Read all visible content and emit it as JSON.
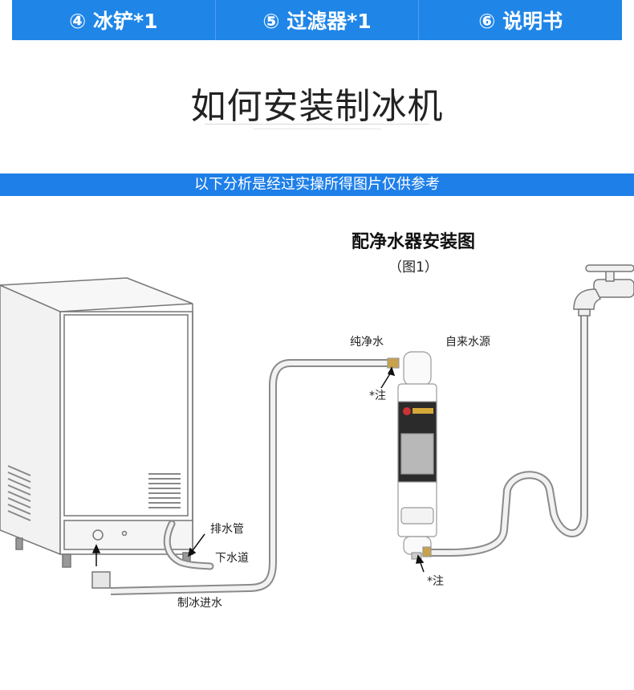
{
  "top_items": [
    {
      "label": "④ 冰铲*1"
    },
    {
      "label": "⑤ 过滤器*1"
    },
    {
      "label": "⑥ 说明书"
    }
  ],
  "heading": "如何安装制冰机",
  "banner": "以下分析是经过实操所得图片仅供参考",
  "diagram": {
    "title": "配净水器安装图",
    "subtitle": "（图1）",
    "labels": {
      "pure_water": "纯净水",
      "tap_source": "自来水源",
      "note_top": "*注",
      "note_bottom": "*注",
      "drain_pipe": "排水管",
      "sewer": "下水道",
      "ice_inlet": "制冰进水"
    }
  },
  "colors": {
    "accent": "#1f86e8",
    "banner": "#1e7fe8"
  }
}
